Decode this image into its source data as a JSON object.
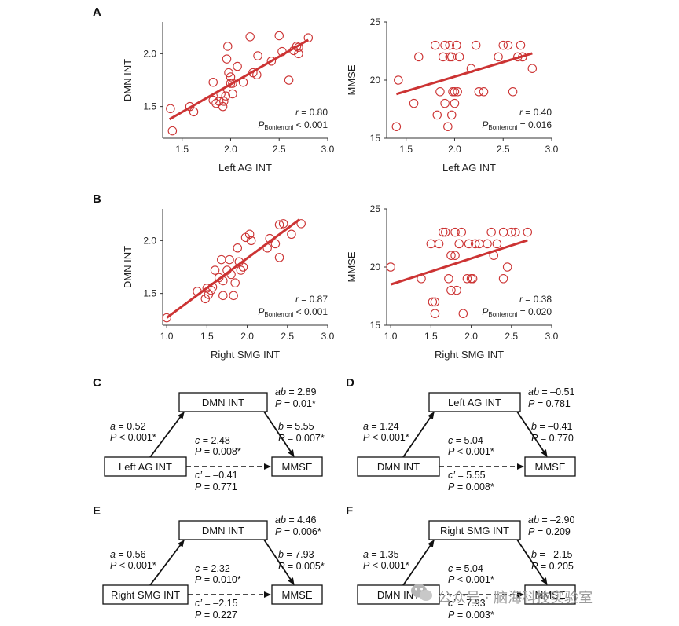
{
  "panels": {
    "A": "A",
    "B": "B",
    "C": "C",
    "D": "D",
    "E": "E",
    "F": "F"
  },
  "colors": {
    "accent": "#cc3333",
    "axis": "#333333",
    "text": "#222222"
  },
  "chart_data": [
    {
      "id": "A-left",
      "type": "scatter",
      "xlabel": "Left AG INT",
      "ylabel": "DMN INT",
      "xlim": [
        1.3,
        3.0
      ],
      "ylim": [
        1.2,
        2.3
      ],
      "xticks": [
        "1.5",
        "2.0",
        "2.5",
        "3.0"
      ],
      "yticks": [
        "1.5",
        "2.0"
      ],
      "stat_r": "r = 0.80",
      "stat_p_prefix": "P",
      "stat_p_sub": "Bonferroni",
      "stat_p_value": " < 0.001",
      "fit": [
        [
          1.37,
          1.38
        ],
        [
          2.8,
          2.13
        ]
      ],
      "points": [
        [
          1.38,
          1.48
        ],
        [
          1.4,
          1.27
        ],
        [
          1.58,
          1.5
        ],
        [
          1.62,
          1.45
        ],
        [
          1.82,
          1.73
        ],
        [
          1.82,
          1.56
        ],
        [
          1.85,
          1.53
        ],
        [
          1.88,
          1.55
        ],
        [
          1.9,
          1.62
        ],
        [
          1.92,
          1.5
        ],
        [
          1.93,
          1.55
        ],
        [
          1.95,
          1.6
        ],
        [
          1.97,
          2.07
        ],
        [
          1.96,
          1.95
        ],
        [
          1.98,
          1.82
        ],
        [
          2.0,
          1.72
        ],
        [
          2.0,
          1.78
        ],
        [
          2.02,
          1.72
        ],
        [
          2.02,
          1.62
        ],
        [
          2.07,
          1.88
        ],
        [
          2.13,
          1.73
        ],
        [
          2.2,
          2.16
        ],
        [
          2.23,
          1.82
        ],
        [
          2.27,
          1.8
        ],
        [
          2.28,
          1.98
        ],
        [
          2.42,
          1.93
        ],
        [
          2.5,
          2.17
        ],
        [
          2.53,
          2.02
        ],
        [
          2.6,
          1.75
        ],
        [
          2.65,
          2.03
        ],
        [
          2.68,
          2.07
        ],
        [
          2.7,
          2.0
        ],
        [
          2.7,
          2.06
        ],
        [
          2.8,
          2.15
        ]
      ]
    },
    {
      "id": "A-right",
      "type": "scatter",
      "xlabel": "Left AG INT",
      "ylabel": "MMSE",
      "xlim": [
        1.3,
        3.0
      ],
      "ylim": [
        15,
        25
      ],
      "xticks": [
        "1.5",
        "2.0",
        "2.5",
        "3.0"
      ],
      "yticks": [
        "15",
        "20",
        "25"
      ],
      "stat_r": "r = 0.40",
      "stat_p_prefix": "P",
      "stat_p_sub": "Bonferroni",
      "stat_p_value": " = 0.016",
      "fit": [
        [
          1.4,
          18.8
        ],
        [
          2.8,
          22.3
        ]
      ],
      "points": [
        [
          1.4,
          16
        ],
        [
          1.42,
          20
        ],
        [
          1.58,
          18
        ],
        [
          1.63,
          22
        ],
        [
          1.8,
          23
        ],
        [
          1.82,
          17
        ],
        [
          1.85,
          19
        ],
        [
          1.88,
          22
        ],
        [
          1.9,
          23
        ],
        [
          1.9,
          18
        ],
        [
          1.93,
          16
        ],
        [
          1.95,
          23
        ],
        [
          1.95,
          22
        ],
        [
          1.97,
          22
        ],
        [
          1.97,
          17
        ],
        [
          1.98,
          19
        ],
        [
          2.0,
          18
        ],
        [
          2.0,
          19
        ],
        [
          2.02,
          23
        ],
        [
          2.02,
          23
        ],
        [
          2.03,
          19
        ],
        [
          2.05,
          22
        ],
        [
          2.17,
          21
        ],
        [
          2.22,
          23
        ],
        [
          2.25,
          19
        ],
        [
          2.3,
          19
        ],
        [
          2.45,
          22
        ],
        [
          2.5,
          23
        ],
        [
          2.55,
          23
        ],
        [
          2.6,
          19
        ],
        [
          2.65,
          22
        ],
        [
          2.68,
          23
        ],
        [
          2.7,
          22
        ],
        [
          2.7,
          22
        ],
        [
          2.8,
          21
        ]
      ]
    },
    {
      "id": "B-left",
      "type": "scatter",
      "xlabel": "Right SMG INT",
      "ylabel": "DMN INT",
      "xlim": [
        0.95,
        3.0
      ],
      "ylim": [
        1.2,
        2.3
      ],
      "xticks": [
        "1.0",
        "1.5",
        "2.0",
        "2.5",
        "3.0"
      ],
      "yticks": [
        "1.5",
        "2.0"
      ],
      "stat_r": "r = 0.87",
      "stat_p_prefix": "P",
      "stat_p_sub": "Bonferroni",
      "stat_p_value": " < 0.001",
      "fit": [
        [
          1.0,
          1.27
        ],
        [
          2.65,
          2.2
        ]
      ],
      "points": [
        [
          1.0,
          1.27
        ],
        [
          1.38,
          1.52
        ],
        [
          1.48,
          1.45
        ],
        [
          1.5,
          1.55
        ],
        [
          1.52,
          1.49
        ],
        [
          1.55,
          1.53
        ],
        [
          1.57,
          1.56
        ],
        [
          1.6,
          1.72
        ],
        [
          1.65,
          1.65
        ],
        [
          1.68,
          1.82
        ],
        [
          1.7,
          1.62
        ],
        [
          1.7,
          1.48
        ],
        [
          1.75,
          1.72
        ],
        [
          1.78,
          1.82
        ],
        [
          1.8,
          1.68
        ],
        [
          1.83,
          1.48
        ],
        [
          1.85,
          1.6
        ],
        [
          1.88,
          1.93
        ],
        [
          1.9,
          1.8
        ],
        [
          1.92,
          1.72
        ],
        [
          1.95,
          1.75
        ],
        [
          1.98,
          2.03
        ],
        [
          2.03,
          2.06
        ],
        [
          2.05,
          2.0
        ],
        [
          2.25,
          1.93
        ],
        [
          2.28,
          2.02
        ],
        [
          2.35,
          1.97
        ],
        [
          2.4,
          1.84
        ],
        [
          2.4,
          2.15
        ],
        [
          2.45,
          2.16
        ],
        [
          2.55,
          2.06
        ],
        [
          2.67,
          2.16
        ]
      ]
    },
    {
      "id": "B-right",
      "type": "scatter",
      "xlabel": "Right SMG INT",
      "ylabel": "MMSE",
      "xlim": [
        0.95,
        3.0
      ],
      "ylim": [
        15,
        25
      ],
      "xticks": [
        "1.0",
        "1.5",
        "2.0",
        "2.5",
        "3.0"
      ],
      "yticks": [
        "15",
        "20",
        "25"
      ],
      "stat_r": "r = 0.38",
      "stat_p_prefix": "P",
      "stat_p_sub": "Bonferroni",
      "stat_p_value": " = 0.020",
      "fit": [
        [
          1.0,
          18.5
        ],
        [
          2.7,
          22.3
        ]
      ],
      "points": [
        [
          1.0,
          20
        ],
        [
          1.38,
          19
        ],
        [
          1.5,
          22
        ],
        [
          1.52,
          17
        ],
        [
          1.55,
          17
        ],
        [
          1.55,
          16
        ],
        [
          1.6,
          22
        ],
        [
          1.65,
          23
        ],
        [
          1.68,
          23
        ],
        [
          1.72,
          19
        ],
        [
          1.75,
          21
        ],
        [
          1.75,
          18
        ],
        [
          1.8,
          21
        ],
        [
          1.8,
          23
        ],
        [
          1.82,
          18
        ],
        [
          1.85,
          22
        ],
        [
          1.88,
          23
        ],
        [
          1.9,
          16
        ],
        [
          1.95,
          19
        ],
        [
          1.97,
          22
        ],
        [
          2.0,
          19
        ],
        [
          2.02,
          19
        ],
        [
          2.05,
          22
        ],
        [
          2.1,
          22
        ],
        [
          2.2,
          22
        ],
        [
          2.25,
          23
        ],
        [
          2.28,
          21
        ],
        [
          2.32,
          22
        ],
        [
          2.4,
          23
        ],
        [
          2.4,
          19
        ],
        [
          2.45,
          20
        ],
        [
          2.5,
          23
        ],
        [
          2.55,
          23
        ],
        [
          2.7,
          23
        ]
      ]
    }
  ],
  "mediation": {
    "C": {
      "mediator": "DMN INT",
      "predictor": "Left AG INT",
      "outcome": "MMSE",
      "a": "a = 0.52",
      "a_p": "P < 0.001*",
      "ab": "ab = 2.89",
      "ab_p": "P = 0.01*",
      "b": "b = 5.55",
      "b_p": "P = 0.007*",
      "c": "c = 2.48",
      "c_p": "P = 0.008*",
      "cp": "c’ = –0.41",
      "cp_p": "P = 0.771"
    },
    "D": {
      "mediator": "Left AG INT",
      "predictor": "DMN INT",
      "outcome": "MMSE",
      "a": "a = 1.24",
      "a_p": "P < 0.001*",
      "ab": "ab = –0.51",
      "ab_p": "P = 0.781",
      "b": "b = –0.41",
      "b_p": "P = 0.770",
      "c": "c = 5.04",
      "c_p": "P < 0.001*",
      "cp": "c’ = 5.55",
      "cp_p": "P = 0.008*"
    },
    "E": {
      "mediator": "DMN INT",
      "predictor": "Right SMG INT",
      "outcome": "MMSE",
      "a": "a = 0.56",
      "a_p": "P < 0.001*",
      "ab": "ab = 4.46",
      "ab_p": "P = 0.006*",
      "b": "b = 7.93",
      "b_p": "P = 0.005*",
      "c": "c = 2.32",
      "c_p": "P = 0.010*",
      "cp": "c’ = –2.15",
      "cp_p": "P = 0.227"
    },
    "F": {
      "mediator": "Right SMG INT",
      "predictor": "DMN INT",
      "outcome": "MMSE",
      "a": "a = 1.35",
      "a_p": "P < 0.001*",
      "ab": "ab = –2.90",
      "ab_p": "P = 0.209",
      "b": "b = –2.15",
      "b_p": "P = 0.205",
      "c": "c = 5.04",
      "c_p": "P < 0.001*",
      "cp": "c’ = 7.93",
      "cp_p": "P = 0.003*"
    }
  },
  "watermark": {
    "icon": "wechat-icon",
    "text": "公众号 · 脑海科技实验室"
  }
}
